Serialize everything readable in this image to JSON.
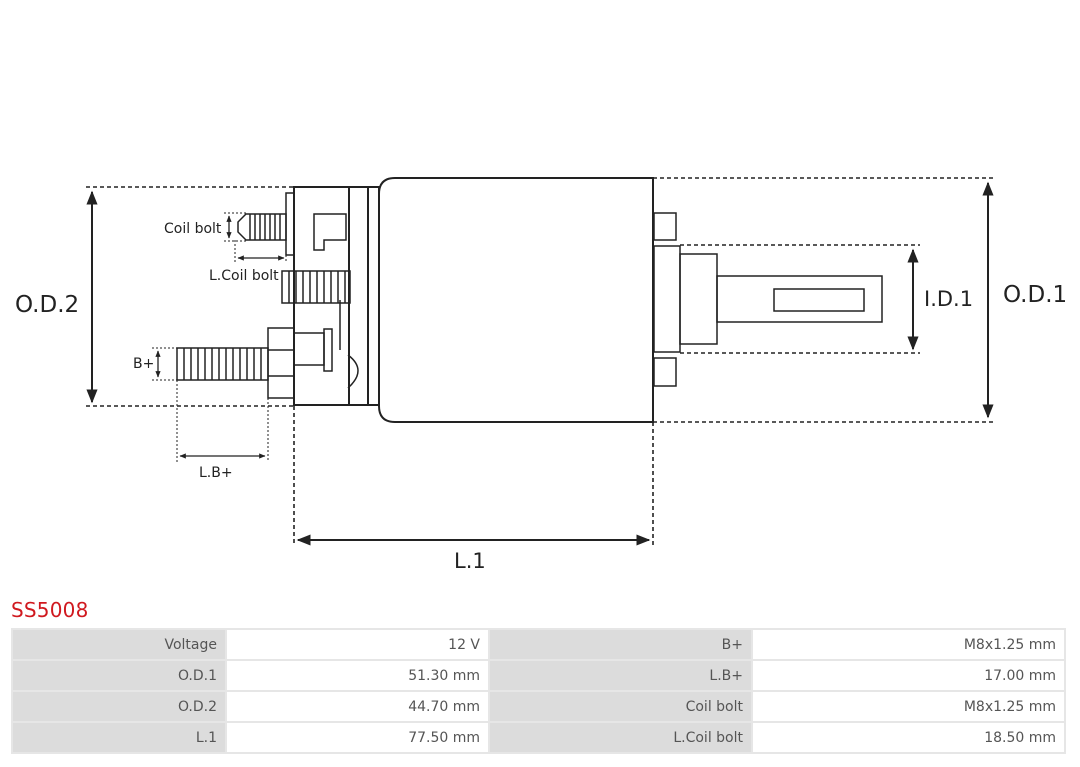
{
  "diagram": {
    "labels": {
      "od2": "O.D.2",
      "od1": "O.D.1",
      "id1": "I.D.1",
      "l1": "L.1",
      "coil_bolt": "Coil bolt",
      "l_coil_bolt": "L.Coil bolt",
      "b_plus": "B+",
      "l_b_plus": "L.B+"
    }
  },
  "product": {
    "part_number": "SS5008",
    "accent_color": "#d0191f"
  },
  "specs": [
    {
      "label": "Voltage",
      "value": "12 V",
      "label2": "B+",
      "value2": "M8x1.25 mm"
    },
    {
      "label": "O.D.1",
      "value": "51.30 mm",
      "label2": "L.B+",
      "value2": "17.00 mm"
    },
    {
      "label": "O.D.2",
      "value": "44.70 mm",
      "label2": "Coil bolt",
      "value2": "M8x1.25 mm"
    },
    {
      "label": "L.1",
      "value": "77.50 mm",
      "label2": "L.Coil bolt",
      "value2": "18.50 mm"
    }
  ]
}
